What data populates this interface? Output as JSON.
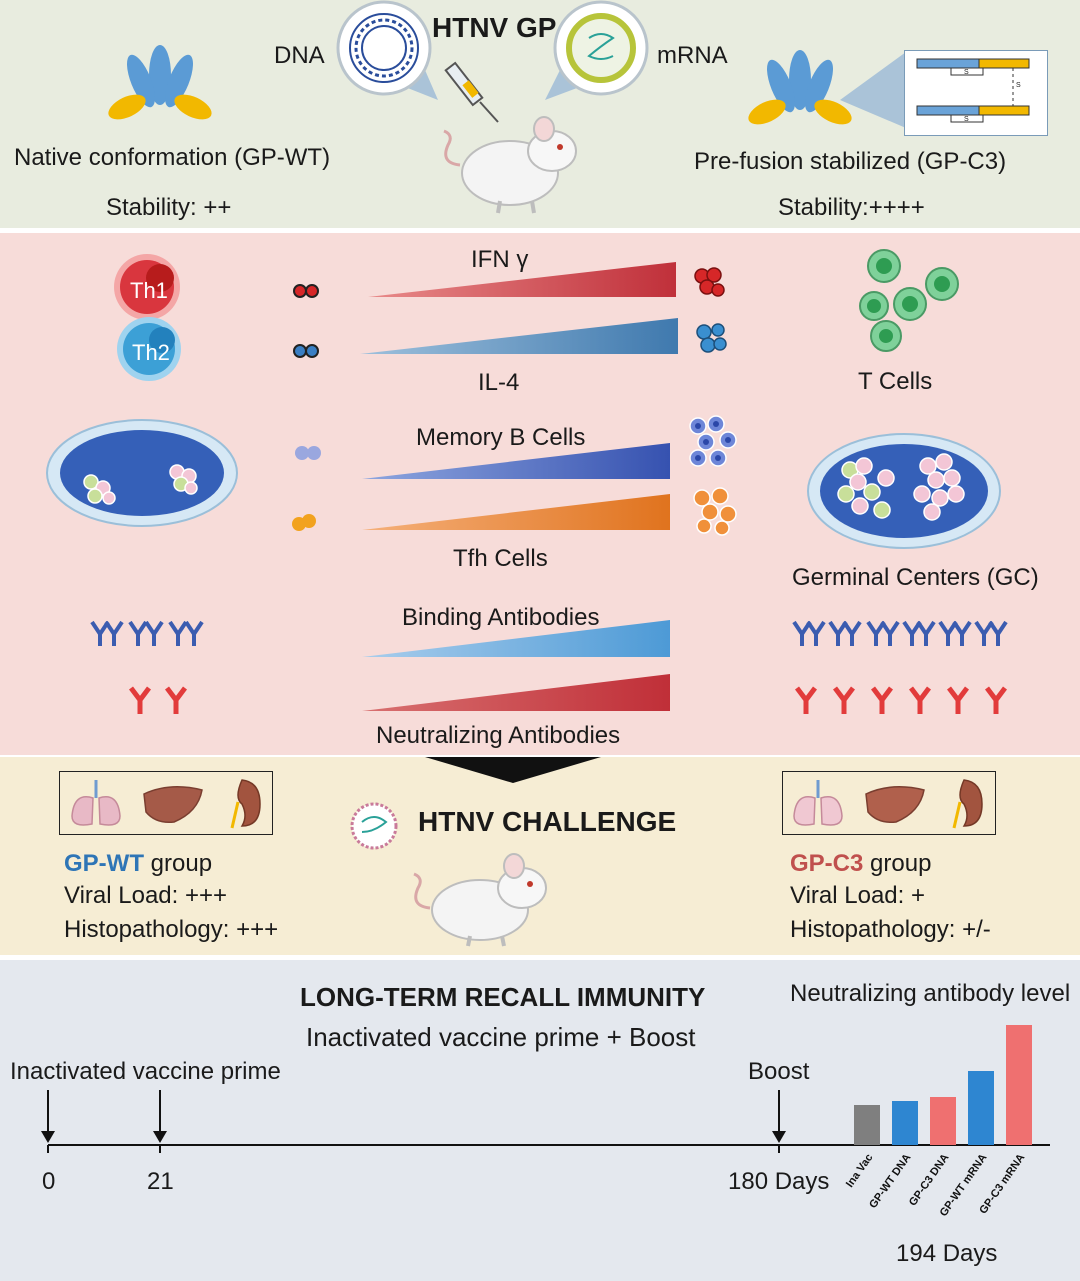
{
  "top": {
    "title": "HTNV GP",
    "dna_label": "DNA",
    "mrna_label": "mRNA",
    "left_conformation": "Native conformation (GP-WT)",
    "left_stability": "Stability: ++",
    "right_conformation": "Pre-fusion stabilized (GP-C3)",
    "right_stability": "Stability:++++",
    "disulfide_label": "S",
    "colors": {
      "band": "#e8ecdf",
      "blue_lobe": "#5b9bd5",
      "yellow_lobe": "#f2b800"
    }
  },
  "immune": {
    "th1_label": "Th1",
    "th2_label": "Th2",
    "ifn_label": "IFN γ",
    "il4_label": "IL-4",
    "t_cells_label": "T Cells",
    "memory_b_label": "Memory B Cells",
    "tfh_label": "Tfh Cells",
    "gc_label": "Germinal Centers (GC)",
    "binding_ab_label": "Binding Antibodies",
    "neutralizing_ab_label": "Neutralizing  Antibodies",
    "colors": {
      "band": "#f7dcd9",
      "red": "#c0392b",
      "blue": "#3f7fb5",
      "navy": "#3a5bb0",
      "orange": "#e67e22",
      "lightblue": "#5aa6dc",
      "green": "#4caf6a"
    }
  },
  "challenge": {
    "title": "HTNV CHALLENGE",
    "left_group_name": "GP-WT",
    "left_group_suffix": " group",
    "left_viral_load": "Viral Load: +++",
    "left_histopathology": "Histopathology: +++",
    "right_group_name": "GP-C3",
    "right_group_suffix": " group",
    "right_viral_load": "Viral Load: +",
    "right_histopathology": "Histopathology: +/-",
    "colors": {
      "band": "#f6edd4",
      "gpwt": "#2e75b6",
      "gpc3": "#c0504d"
    }
  },
  "recall": {
    "title": "LONG-TERM RECALL IMMUNITY",
    "subtitle": "Inactivated vaccine prime + Boost",
    "prime_label": "Inactivated vaccine prime",
    "boost_label": "Boost",
    "tick_0": "0",
    "tick_21": "21",
    "tick_180": "180 Days",
    "colors": {
      "band": "#e4e8ee"
    }
  },
  "chart_data": {
    "type": "bar",
    "title": "Neutralizing antibody level",
    "xlabel": "194 Days",
    "ylabel": "",
    "categories": [
      "Ina Vac",
      "GP-WT DNA",
      "GP-C3 DNA",
      "GP-WT mRNA",
      "GP-C3 mRNA"
    ],
    "values": [
      1.0,
      1.1,
      1.2,
      1.85,
      3.0
    ],
    "colors": [
      "#7f7f7f",
      "#2e86d1",
      "#ef7070",
      "#2e86d1",
      "#ef7070"
    ],
    "ylim": [
      0,
      3.1
    ],
    "grid": false,
    "legend": "none"
  }
}
